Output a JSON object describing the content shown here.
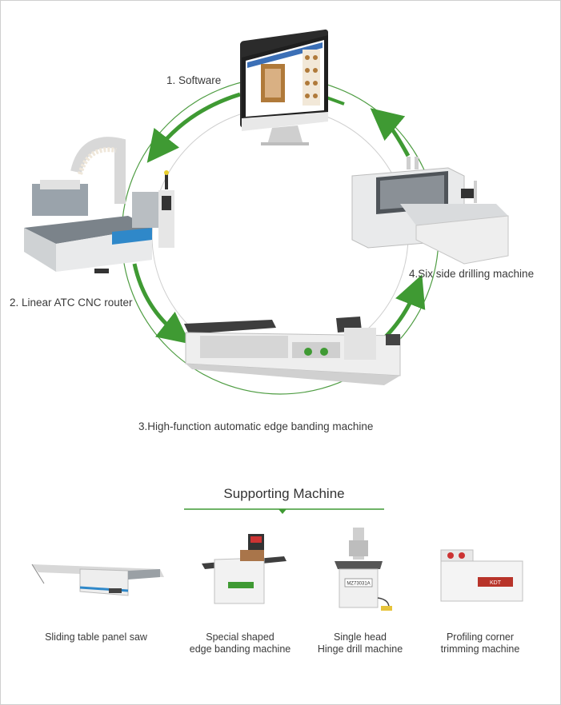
{
  "workflow": {
    "step1": "1. Software",
    "step2": "2. Linear ATC CNC router",
    "step3": "3.High-function automatic edge banding machine",
    "step4": "4.Six side drilling machine"
  },
  "supporting": {
    "title": "Supporting Machine",
    "items": [
      {
        "line1": "Sliding table panel saw",
        "line2": ""
      },
      {
        "line1": "Special shaped",
        "line2": "edge banding machine"
      },
      {
        "line1": "Single head",
        "line2": "Hinge drill machine"
      },
      {
        "line1": "Profiling corner",
        "line2": "trimming machine"
      }
    ],
    "hinge_plate": "MZ73031A",
    "trim_plate": "KDT"
  },
  "colors": {
    "accent_green": "#3f9a33",
    "ring_gray": "#cfcfcf"
  }
}
